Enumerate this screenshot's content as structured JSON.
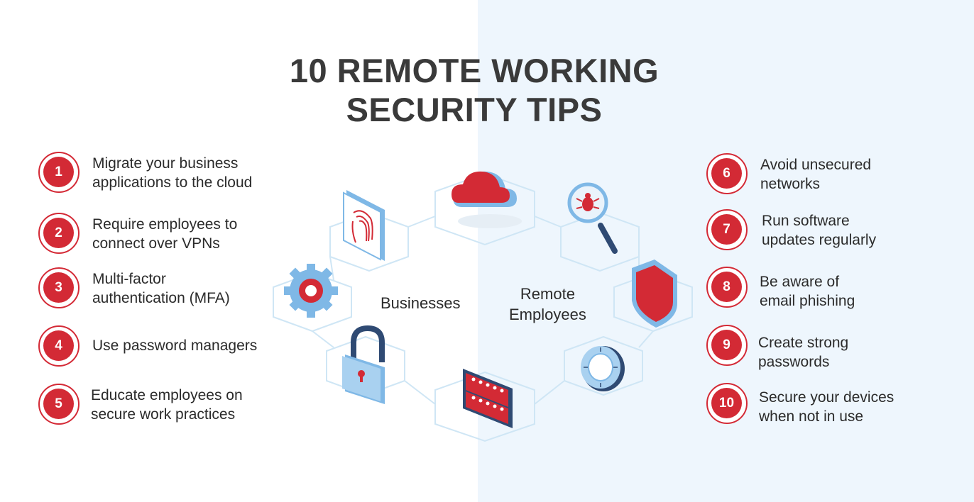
{
  "title": {
    "line1": "10 REMOTE WORKING",
    "line2": "SECURITY TIPS"
  },
  "center": {
    "left_label": "Businesses",
    "right_label_line1": "Remote",
    "right_label_line2": "Employees"
  },
  "tips_businesses": [
    {
      "number": "1",
      "line1": "Migrate your business",
      "line2": "applications to the cloud"
    },
    {
      "number": "2",
      "line1": "Require employees to",
      "line2": "connect over VPNs"
    },
    {
      "number": "3",
      "line1": "Multi-factor",
      "line2": "authentication (MFA)"
    },
    {
      "number": "4",
      "line1": "Use password managers",
      "line2": ""
    },
    {
      "number": "5",
      "line1": "Educate employees on",
      "line2": "secure work practices"
    }
  ],
  "tips_employees": [
    {
      "number": "6",
      "line1": "Avoid unsecured",
      "line2": "networks"
    },
    {
      "number": "7",
      "line1": "Run software",
      "line2": "updates regularly"
    },
    {
      "number": "8",
      "line1": "Be aware of",
      "line2": "email phishing"
    },
    {
      "number": "9",
      "line1": "Create strong",
      "line2": "passwords"
    },
    {
      "number": "10",
      "line1": "Secure your devices",
      "line2": "when not in use"
    }
  ],
  "icons": [
    "fingerprint-icon",
    "cloud-icon",
    "magnifier-bug-icon",
    "gear-icon",
    "shield-icon",
    "padlock-icon",
    "dial-lock-icon",
    "password-field-icon"
  ],
  "colors": {
    "accent_red": "#d32a35",
    "title_gray": "#3a3a3a",
    "right_panel_bg": "#eef6fd",
    "hexagon_outline": "#cfe6f5",
    "icon_blue": "#7fb8e6"
  }
}
